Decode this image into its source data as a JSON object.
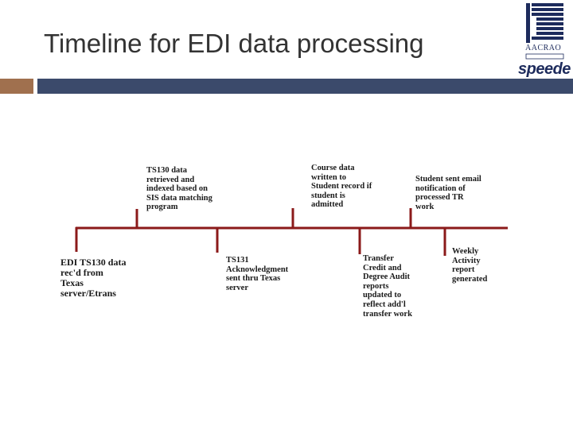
{
  "title": "Timeline for EDI data processing",
  "logo": {
    "org": "AACRAO",
    "product": "speede",
    "icon": "aacrao-speede-logo"
  },
  "colors": {
    "accent_bar": "#a0704e",
    "main_bar": "#3b4a6b",
    "timeline": "#8b1a1a",
    "title_text": "#333333"
  },
  "timeline": {
    "events_above": [
      {
        "text": "TS130 data\nretrieved and\nindexed based on\nSIS data matching\nprogram"
      },
      {
        "text": "Course data\nwritten to\nStudent record if\nstudent is\nadmitted"
      },
      {
        "text": "Student sent email\nnotification of\nprocessed TR\nwork"
      }
    ],
    "events_below": [
      {
        "text": "EDI TS130 data\nrec'd from\nTexas\nserver/Etrans"
      },
      {
        "text": "TS131\nAcknowledgment\nsent thru Texas\nserver"
      },
      {
        "text": "Transfer\nCredit and\nDegree Audit\nreports\nupdated to\nreflect add'l\ntransfer work"
      },
      {
        "text": "Weekly\nActivity\nreport\ngenerated"
      }
    ]
  }
}
